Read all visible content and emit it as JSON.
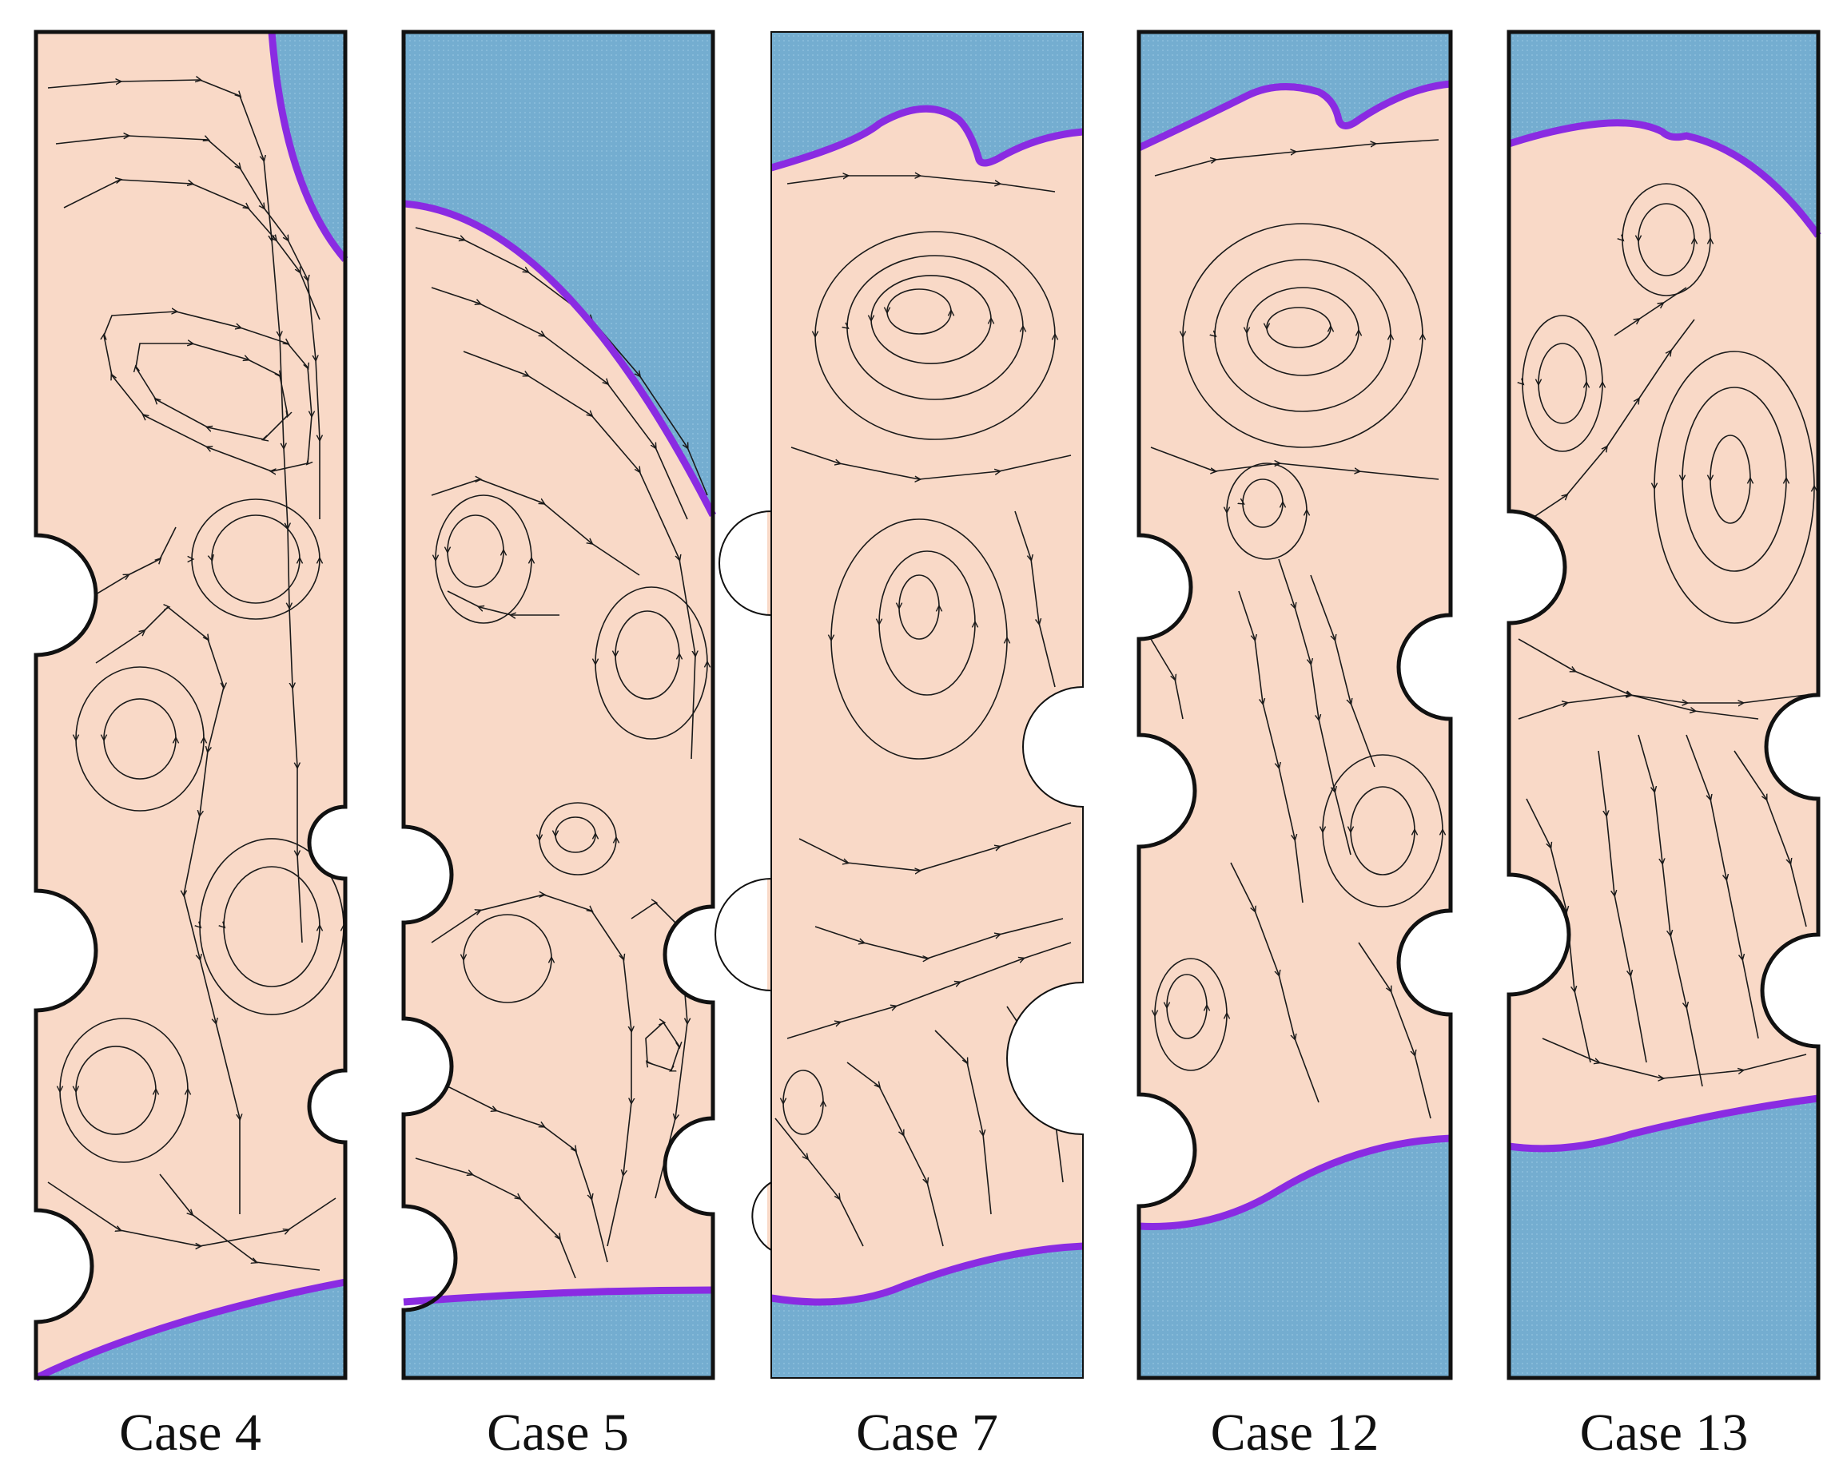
{
  "cases": [
    {
      "label": "Case 4"
    },
    {
      "label": "Case 5"
    },
    {
      "label": "Case 7"
    },
    {
      "label": "Case 12"
    },
    {
      "label": "Case 13"
    }
  ],
  "colors": {
    "liquid": "#f9d9c7",
    "solid": "#74add0",
    "interface": "#8a2be2",
    "outline": "#111111",
    "streamline": "#1a1a1a"
  }
}
